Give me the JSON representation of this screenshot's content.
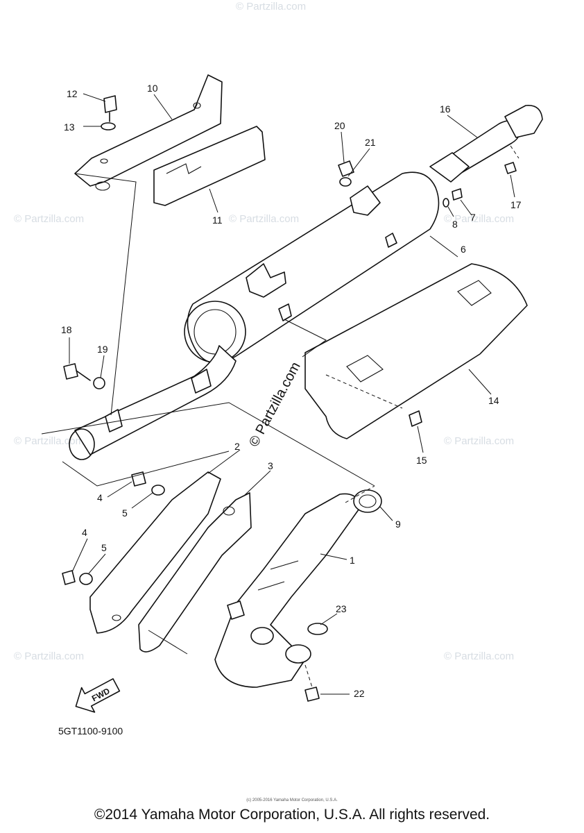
{
  "diagram_code": "5GT1100-9100",
  "copyright": "©2014 Yamaha Motor Corporation, U.S.A. All rights reserved.",
  "small_copyright": "(c) 2005-2016 Yamaha Motor Corporation, U.S.A.",
  "watermark": "© Partzilla.com",
  "fwd_label": "FWD",
  "callouts": {
    "p1": "1",
    "p2": "2",
    "p3": "3",
    "p4a": "4",
    "p4b": "4",
    "p5a": "5",
    "p5b": "5",
    "p6": "6",
    "p7": "7",
    "p8": "8",
    "p9": "9",
    "p10": "10",
    "p11": "11",
    "p12": "12",
    "p13": "13",
    "p14": "14",
    "p15": "15",
    "p16": "16",
    "p17": "17",
    "p18": "18",
    "p19": "19",
    "p20": "20",
    "p21": "21",
    "p22": "22",
    "p23": "23"
  }
}
